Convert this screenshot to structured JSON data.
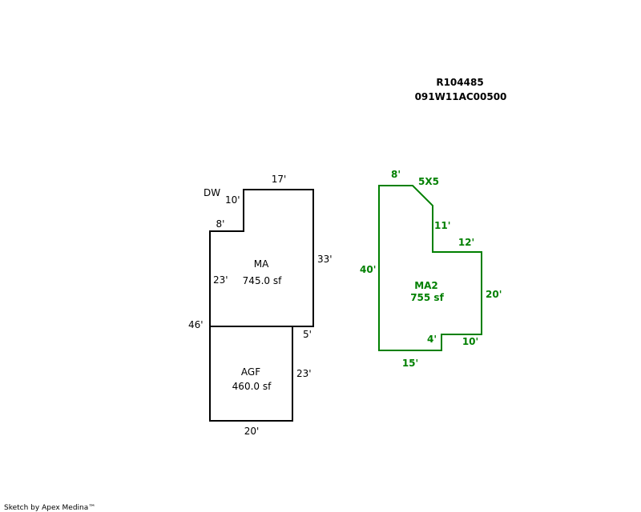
{
  "header": {
    "record_id": "R104485",
    "parcel_id": "091W11AC00500"
  },
  "colors": {
    "building_outline": "#000000",
    "addition_outline": "#008000"
  },
  "areas": {
    "ma": {
      "code": "MA",
      "size": "745.0 sf"
    },
    "agf": {
      "code": "AGF",
      "size": "460.0 sf"
    },
    "ma2": {
      "code": "MA2",
      "size": "755 sf"
    }
  },
  "dimensions": {
    "dw": "DW",
    "ma_step_side": "10'",
    "ma_top": "17'",
    "ma_step_top": "8'",
    "ma_right": "33'",
    "ma_left": "23'",
    "total_left": "46'",
    "agf_offset": "5'",
    "agf_right": "23'",
    "agf_bottom": "20'",
    "ma2_top": "8'",
    "ma2_corner": "5X5",
    "ma2_upper_right": "11'",
    "ma2_step": "12'",
    "ma2_left": "40'",
    "ma2_right": "20'",
    "ma2_notch_side": "4'",
    "ma2_notch_bottom": "10'",
    "ma2_bottom": "15'"
  },
  "footer": {
    "credit": "Sketch by Apex Medina™"
  }
}
